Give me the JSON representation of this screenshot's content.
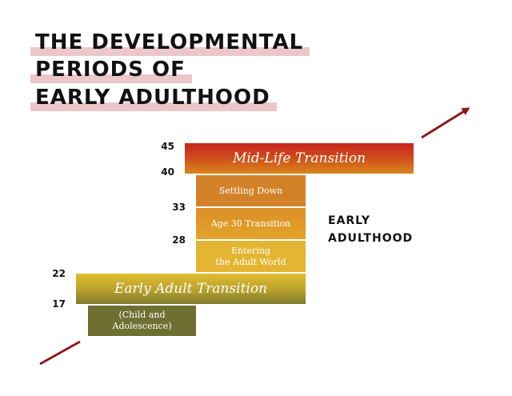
{
  "title": {
    "line1": "THE DEVELOPMENTAL",
    "line2": "PERIODS OF",
    "line3": "EARLY ADULTHOOD"
  },
  "periods": {
    "midlife": "Mid-Life Transition",
    "settling": "Settling Down",
    "age30": "Age 30 Transition",
    "entering_1": "Entering",
    "entering_2": "the Adult World",
    "early_adult": "Early Adult Transition",
    "child_1": "(Child and",
    "child_2": "Adolescence)"
  },
  "ages": {
    "a45": "45",
    "a40": "40",
    "a33": "33",
    "a28": "28",
    "a22": "22",
    "a17": "17"
  },
  "side_label": {
    "line1": "EARLY",
    "line2": "ADULTHOOD"
  },
  "colors": {
    "arrow": "#8b1a1a",
    "highlight": "#ecc7c9"
  }
}
